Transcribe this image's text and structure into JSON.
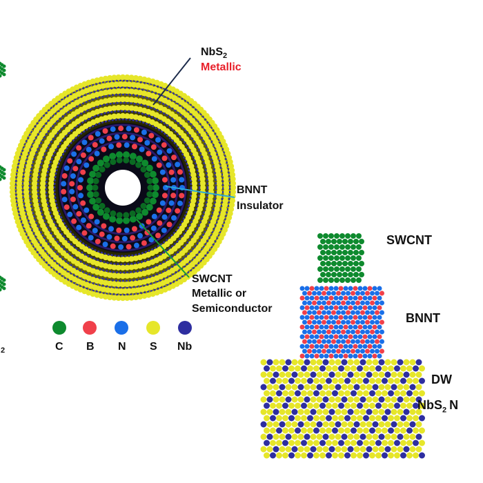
{
  "ring_labels": {
    "nbs2": {
      "name": "NbS",
      "sub": "2",
      "property": "Metallic"
    },
    "bnnt": {
      "name": "BNNT",
      "property": "Insulator"
    },
    "swcnt": {
      "name": "SWCNT",
      "property_line1": "Metallic or",
      "property_line2": "Semiconductor"
    }
  },
  "legend": [
    {
      "symbol": "C",
      "color": "#0e8a2e"
    },
    {
      "symbol": "B",
      "color": "#f0404a"
    },
    {
      "symbol": "N",
      "color": "#1a6fe8"
    },
    {
      "symbol": "S",
      "color": "#e6e62a"
    },
    {
      "symbol": "Nb",
      "color": "#2e2ea0"
    }
  ],
  "side_labels": {
    "swcnt": "SWCNT",
    "bnnt": "BNNT",
    "dw": "DW",
    "nbs2": "NbS",
    "nbs2_sub": "2",
    "nbs2_suffix": "N"
  },
  "left_edge_fragment": "2"
}
